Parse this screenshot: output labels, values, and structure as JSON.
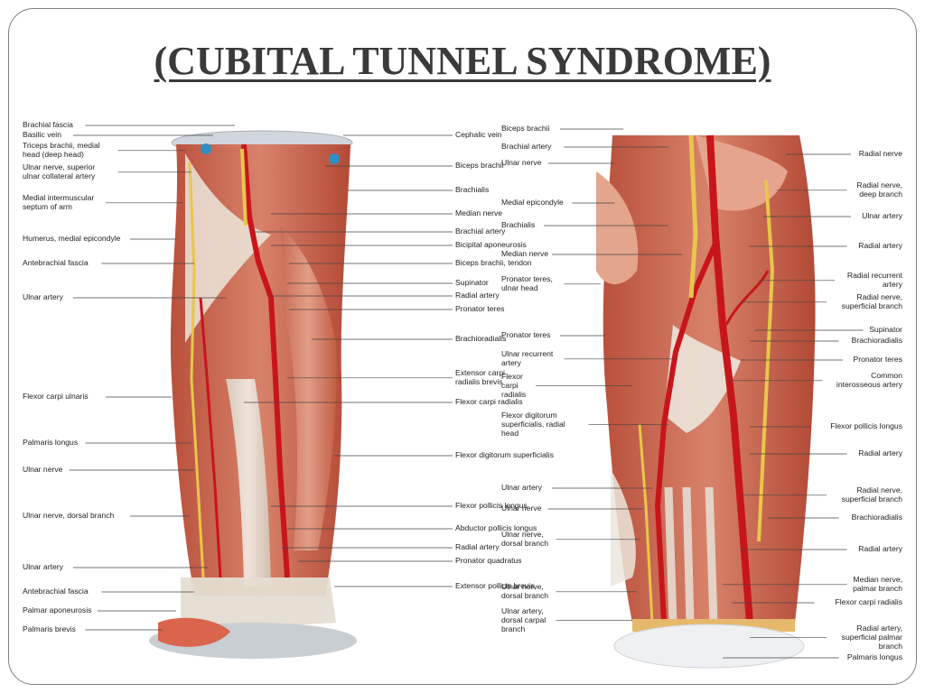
{
  "slide": {
    "title": "(CUBITAL TUNNEL SYNDROME)"
  },
  "left_figure": {
    "left_labels": [
      {
        "id": "brachial-fascia",
        "lines": [
          "Brachial fascia"
        ]
      },
      {
        "id": "basilic-vein",
        "lines": [
          "Basilic vein"
        ]
      },
      {
        "id": "triceps-medial-head",
        "lines": [
          "Triceps brachii, medial",
          "head (deep head)"
        ]
      },
      {
        "id": "ulnar-nerve-superior",
        "lines": [
          "Ulnar nerve, superior",
          "ulnar collateral artery"
        ]
      },
      {
        "id": "medial-intermuscular-septum",
        "lines": [
          "Medial intermuscular",
          "septum of arm"
        ]
      },
      {
        "id": "humerus-medial-epicondyle",
        "lines": [
          "Humerus, medial epicondyle"
        ]
      },
      {
        "id": "antebrachial-fascia-upper",
        "lines": [
          "Antebrachial fascia"
        ]
      },
      {
        "id": "ulnar-artery",
        "lines": [
          "Ulnar artery"
        ]
      },
      {
        "id": "flexor-carpi-ulnaris",
        "lines": [
          "Flexor carpi ulnaris"
        ]
      },
      {
        "id": "palmaris-longus",
        "lines": [
          "Palmaris longus"
        ]
      },
      {
        "id": "ulnar-nerve",
        "lines": [
          "Ulnar nerve"
        ]
      },
      {
        "id": "ulnar-nerve-dorsal-branch",
        "lines": [
          "Ulnar nerve, dorsal branch"
        ]
      },
      {
        "id": "ulnar-artery-lower",
        "lines": [
          "Ulnar artery"
        ]
      },
      {
        "id": "antebrachial-fascia-lower",
        "lines": [
          "Antebrachial fascia"
        ]
      },
      {
        "id": "palmar-aponeurosis",
        "lines": [
          "Palmar aponeurosis"
        ]
      },
      {
        "id": "palmaris-brevis",
        "lines": [
          "Palmaris brevis"
        ]
      }
    ],
    "right_labels": [
      {
        "id": "cephalic-vein",
        "lines": [
          "Cephalic vein"
        ]
      },
      {
        "id": "biceps-brachii",
        "lines": [
          "Biceps brachii"
        ]
      },
      {
        "id": "brachialis",
        "lines": [
          "Brachialis"
        ]
      },
      {
        "id": "median-nerve",
        "lines": [
          "Median nerve"
        ]
      },
      {
        "id": "brachial-artery",
        "lines": [
          "Brachial artery"
        ]
      },
      {
        "id": "bicipital-aponeurosis",
        "lines": [
          "Bicipital aponeurosis"
        ]
      },
      {
        "id": "biceps-tendon",
        "lines": [
          "Biceps brachii, tendon"
        ]
      },
      {
        "id": "supinator",
        "lines": [
          "Supinator"
        ]
      },
      {
        "id": "radial-artery",
        "lines": [
          "Radial artery"
        ]
      },
      {
        "id": "pronator-teres",
        "lines": [
          "Pronator teres"
        ]
      },
      {
        "id": "brachioradialis",
        "lines": [
          "Brachioradialis"
        ]
      },
      {
        "id": "ecrb",
        "lines": [
          "Extensor carpi",
          "radialis brevis"
        ]
      },
      {
        "id": "flexor-carpi-radialis",
        "lines": [
          "Flexor carpi radialis"
        ]
      },
      {
        "id": "fds",
        "lines": [
          "Flexor digitorum superficialis"
        ]
      },
      {
        "id": "fpl",
        "lines": [
          "Flexor pollicis longus"
        ]
      },
      {
        "id": "apl",
        "lines": [
          "Abductor pollicis longus"
        ]
      },
      {
        "id": "radial-artery-lower",
        "lines": [
          "Radial artery"
        ]
      },
      {
        "id": "pronator-quadratus",
        "lines": [
          "Pronator quadratus"
        ]
      },
      {
        "id": "epb",
        "lines": [
          "Extensor pollicis brevis"
        ]
      }
    ]
  },
  "right_figure": {
    "left_labels": [
      {
        "id": "biceps-brachii",
        "lines": [
          "Biceps brachii"
        ]
      },
      {
        "id": "brachial-artery",
        "lines": [
          "Brachial artery"
        ]
      },
      {
        "id": "ulnar-nerve",
        "lines": [
          "Ulnar nerve"
        ]
      },
      {
        "id": "medial-epicondyle",
        "lines": [
          "Medial epicondyle"
        ]
      },
      {
        "id": "brachialis",
        "lines": [
          "Brachialis"
        ]
      },
      {
        "id": "median-nerve",
        "lines": [
          "Median nerve"
        ]
      },
      {
        "id": "pronator-teres-ulnar-head",
        "lines": [
          "Pronator teres,",
          "ulnar head"
        ]
      },
      {
        "id": "pronator-teres",
        "lines": [
          "Pronator teres"
        ]
      },
      {
        "id": "ulnar-recurrent-artery",
        "lines": [
          "Ulnar recurrent",
          "artery"
        ]
      },
      {
        "id": "flexor-carpi-radialis",
        "lines": [
          "Flexor",
          "carpi",
          "radialis"
        ]
      },
      {
        "id": "fds-radial-head",
        "lines": [
          "Flexor digitorum",
          "superficialis, radial",
          "head"
        ]
      },
      {
        "id": "ulnar-artery",
        "lines": [
          "Ulnar artery"
        ]
      },
      {
        "id": "ulnar-nerve-lower",
        "lines": [
          "Ulnar nerve"
        ]
      },
      {
        "id": "ulnar-nerve-dorsal-1",
        "lines": [
          "Ulnar nerve,",
          "dorsal branch"
        ]
      },
      {
        "id": "ulnar-nerve-dorsal-2",
        "lines": [
          "Ulnar nerve,",
          "dorsal branch"
        ]
      },
      {
        "id": "ulnar-artery-dorsal-carpal",
        "lines": [
          "Ulnar artery,",
          "dorsal carpal",
          "branch"
        ]
      }
    ],
    "right_labels": [
      {
        "id": "radial-nerve",
        "lines": [
          "Radial nerve"
        ]
      },
      {
        "id": "radial-nerve-deep",
        "lines": [
          "Radial nerve,",
          "deep branch"
        ]
      },
      {
        "id": "ulnar-artery",
        "lines": [
          "Ulnar artery"
        ]
      },
      {
        "id": "radial-artery",
        "lines": [
          "Radial artery"
        ]
      },
      {
        "id": "radial-recurrent-artery",
        "lines": [
          "Radial recurrent",
          "artery"
        ]
      },
      {
        "id": "radial-nerve-superficial",
        "lines": [
          "Radial nerve,",
          "superficial branch"
        ]
      },
      {
        "id": "supinator",
        "lines": [
          "Supinator"
        ]
      },
      {
        "id": "brachioradialis",
        "lines": [
          "Brachioradialis"
        ]
      },
      {
        "id": "pronator-teres",
        "lines": [
          "Pronator teres"
        ]
      },
      {
        "id": "common-interosseous-artery",
        "lines": [
          "Common",
          "interosseous artery"
        ]
      },
      {
        "id": "fpl",
        "lines": [
          "Flexor pollicis longus"
        ]
      },
      {
        "id": "radial-artery-2",
        "lines": [
          "Radial artery"
        ]
      },
      {
        "id": "radial-nerve-superficial-2",
        "lines": [
          "Radial nerve,",
          "superficial branch"
        ]
      },
      {
        "id": "brachioradialis-2",
        "lines": [
          "Brachioradialis"
        ]
      },
      {
        "id": "radial-artery-3",
        "lines": [
          "Radial artery"
        ]
      },
      {
        "id": "median-nerve-palmar",
        "lines": [
          "Median nerve,",
          "palmar branch"
        ]
      },
      {
        "id": "flexor-carpi-radialis",
        "lines": [
          "Flexor carpi radialis"
        ]
      },
      {
        "id": "radial-artery-superficial-palmar",
        "lines": [
          "Radial artery,",
          "superficial palmar",
          "branch"
        ]
      },
      {
        "id": "palmaris-longus",
        "lines": [
          "Palmaris longus"
        ]
      }
    ]
  }
}
